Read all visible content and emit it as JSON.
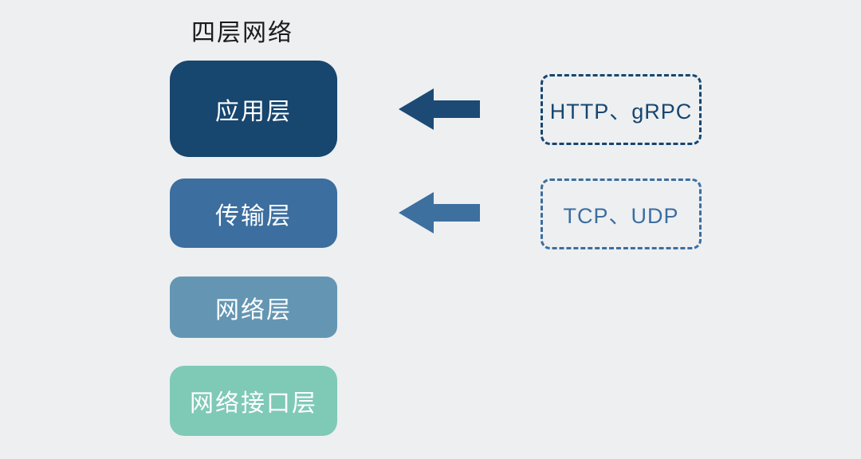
{
  "title": "四层网络",
  "colors": {
    "background": "#edeff1",
    "title_text": "#1b1b1b"
  },
  "layers": [
    {
      "label": "应用层",
      "color": "#17466f"
    },
    {
      "label": "传输层",
      "color": "#3c6e9f"
    },
    {
      "label": "网络层",
      "color": "#6496b3"
    },
    {
      "label": "网络接口层",
      "color": "#7fc9b7"
    }
  ],
  "arrows": [
    {
      "direction": "left",
      "from": "HTTP、gRPC",
      "to": "应用层",
      "color": "#1c4a74"
    },
    {
      "direction": "left",
      "from": "TCP、UDP",
      "to": "传输层",
      "color": "#3d6f9f"
    }
  ],
  "protocols": [
    {
      "label": "HTTP、gRPC",
      "color": "#17466f"
    },
    {
      "label": "TCP、UDP",
      "color": "#3c6e9f"
    }
  ]
}
